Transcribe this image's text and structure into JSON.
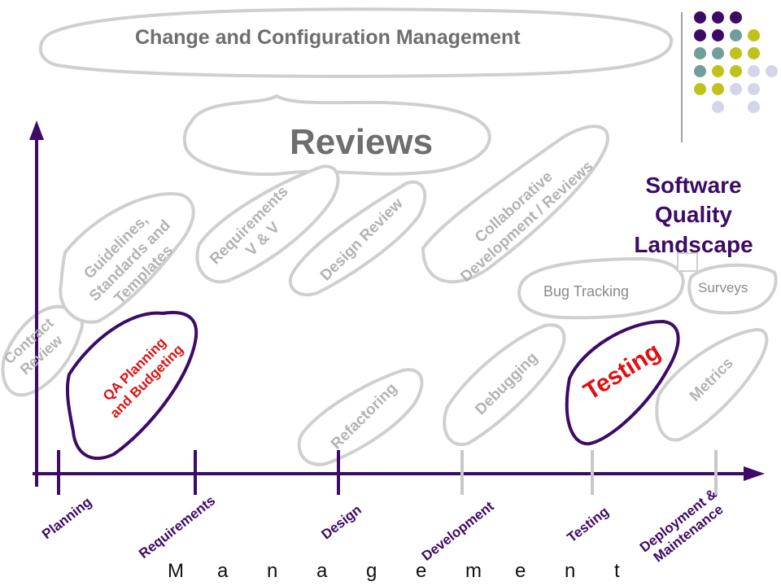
{
  "header": {
    "title": "Change and Configuration Management"
  },
  "reviews": {
    "title": "Reviews"
  },
  "landscape": {
    "title": "Software\nQuality\nLandscape"
  },
  "activities": {
    "contract_review": "Contract\nReview",
    "guidelines": "Guidelines,\nStandards and\nTemplates",
    "requirements_vv": "Requirements\nV & V",
    "design_review": "Design Review",
    "collaborative": "Collaborative\nDevelopment / Reviews",
    "bug_tracking": "Bug Tracking",
    "surveys": "Surveys",
    "qa_planning": "QA Planning\nand Budgeting",
    "refactoring": "Refactoring",
    "debugging": "Debugging",
    "testing_activity": "Testing",
    "metrics": "Metrics"
  },
  "phases": [
    "Planning",
    "Requirements",
    "Design",
    "Development",
    "Testing",
    "Deployment &\nMaintenance"
  ],
  "management": {
    "letters": [
      "M",
      "a",
      "n",
      "a",
      "g",
      "e",
      "m",
      "e",
      "n",
      "t"
    ]
  },
  "colors": {
    "purple": "#3d0a66",
    "teal": "#6f9e9b",
    "olive": "#bfc21a",
    "lavender": "#d5d5ea",
    "gray_text": "#b3b3b3",
    "red": "#e01010"
  },
  "dot_grid": [
    [
      "purple",
      "purple",
      "purple",
      "",
      ""
    ],
    [
      "purple",
      "purple",
      "teal",
      "olive",
      ""
    ],
    [
      "teal",
      "teal",
      "olive",
      "olive",
      ""
    ],
    [
      "teal",
      "olive",
      "olive",
      "lavender",
      "lavender"
    ],
    [
      "olive",
      "olive",
      "lavender",
      "lavender",
      ""
    ],
    [
      "",
      "lavender",
      "",
      "lavender",
      ""
    ]
  ]
}
